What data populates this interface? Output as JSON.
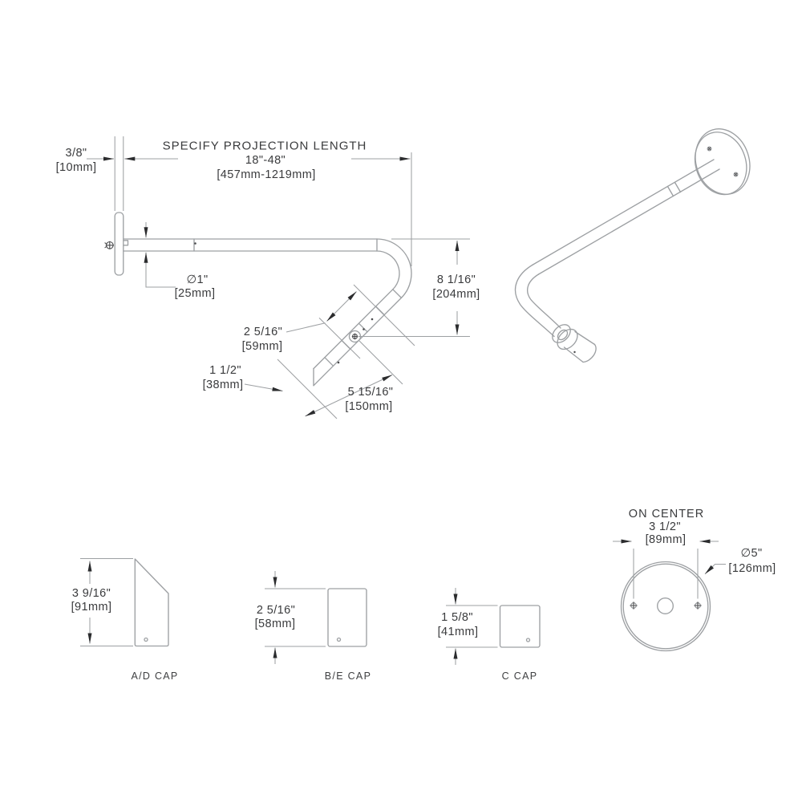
{
  "drawing": {
    "main_view": {
      "plate_thickness": {
        "in": "3/8\"",
        "mm": "[10mm]"
      },
      "projection": {
        "title": "SPECIFY PROJECTION LENGTH",
        "range_in": "18\"-48\"",
        "range_mm": "[457mm-1219mm]"
      },
      "tube_diameter": {
        "in": "∅1\"",
        "mm": "[25mm]"
      },
      "drop_height": {
        "in": "8 1/16\"",
        "mm": "[204mm]"
      },
      "collar_length": {
        "in": "2 5/16\"",
        "mm": "[59mm]"
      },
      "end_cap_length": {
        "in": "1 1/2\"",
        "mm": "[38mm]"
      },
      "diagonal_length": {
        "in": "5 15/16\"",
        "mm": "[150mm]"
      }
    },
    "caps": [
      {
        "height_in": "3 9/16\"",
        "height_mm": "[91mm]",
        "label": "A/D CAP"
      },
      {
        "height_in": "2 5/16\"",
        "height_mm": "[58mm]",
        "label": "B/E CAP"
      },
      {
        "height_in": "1 5/8\"",
        "height_mm": "[41mm]",
        "label": "C CAP"
      }
    ],
    "wall_plate": {
      "on_center_label": "ON CENTER",
      "spacing_in": "3 1/2\"",
      "spacing_mm": "[89mm]",
      "diameter_in": "∅5\"",
      "diameter_mm": "[126mm]"
    },
    "colors": {
      "line": "#9da0a3",
      "text": "#3a3b3d",
      "arrow": "#2b2c2e"
    }
  }
}
